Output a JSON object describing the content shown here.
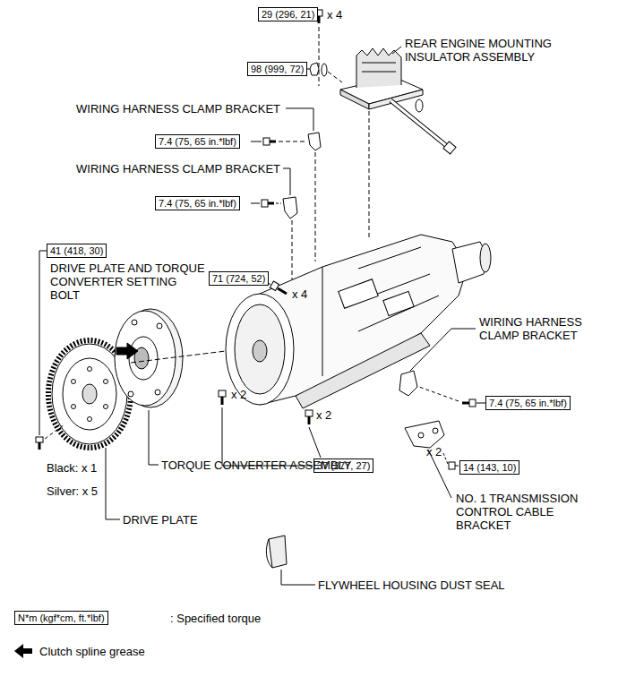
{
  "diagram": {
    "nodes": [
      {
        "text": [
          "29 (296, 21)"
        ]
      },
      {
        "text": [
          "98 (999, 72)"
        ]
      },
      {
        "text": [
          "7.4 (75, 65 in.*lbf)"
        ]
      },
      {
        "text": [
          "7.4 (75, 65 in.*lbf)"
        ]
      },
      {
        "text": [
          "41 (418, 30)"
        ]
      },
      {
        "text": [
          "71 (724, 52)"
        ]
      },
      {
        "text": [
          "7.4 (75, 65 in.*lbf)"
        ]
      },
      {
        "text": [
          "37 (377, 27)"
        ]
      },
      {
        "text": [
          "14 (143, 10)"
        ]
      },
      {
        "text": [
          "N*m (kgf*cm, ft.*lbf)"
        ]
      }
    ],
    "labels": [
      "x 4",
      "REAR ENGINE MOUNTING INSULATOR ASSEMBLY",
      "WIRING HARNESS CLAMP BRACKET",
      "WIRING HARNESS CLAMP BRACKET",
      "DRIVE PLATE AND TORQUE CONVERTER SETTING BOLT",
      "x 4",
      "WIRING HARNESS CLAMP BRACKET",
      "x 2",
      "x 2",
      "x 2",
      "Black: x 1",
      "Silver: x 5",
      "TORQUE CONVERTER ASSEMBLY",
      "DRIVE PLATE",
      "NO. 1 TRANSMISSION CONTROL CABLE BRACKET",
      "FLYWHEEL HOUSING DUST SEAL"
    ],
    "legend": [
      {
        "text": ": Specified torque"
      },
      {
        "text": "Clutch spline grease"
      }
    ]
  }
}
